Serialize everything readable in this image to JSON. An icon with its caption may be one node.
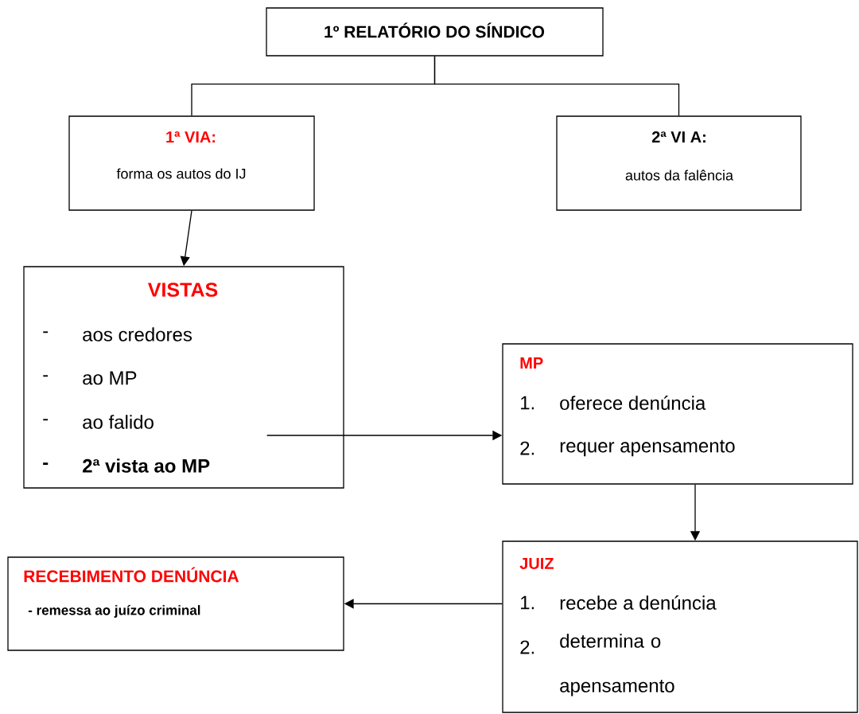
{
  "diagram": {
    "nodes": [
      {
        "text": [
          "1º RELATÓRIO DO SÍNDICO"
        ]
      },
      {
        "text": [
          "1ª VIA:",
          "forma os autos do IJ"
        ]
      },
      {
        "text": [
          "2ª VI A:",
          "autos da falência"
        ]
      },
      {
        "text": [
          "VISTAS",
          "-",
          "aos credores",
          "-",
          "ao MP",
          "-",
          "ao falido",
          "-",
          "2ª vista ao MP"
        ]
      },
      {
        "text": [
          "MP",
          "1.",
          "oferece denúncia",
          "2.",
          "requer apensamento"
        ]
      },
      {
        "text": [
          "JUIZ",
          "1.",
          "recebe a denúncia",
          "2.",
          "determina o apensamento"
        ]
      },
      {
        "text": [
          "RECEBIMENTO DENÚNCIA",
          "- remessa ao juízo criminal"
        ]
      }
    ],
    "edges": [
      {
        "from": 0,
        "to": 1,
        "arrow": "none"
      },
      {
        "from": 0,
        "to": 2,
        "arrow": "none"
      },
      {
        "from": 1,
        "to": 3,
        "arrow": "to"
      },
      {
        "from": 3,
        "to": 4,
        "arrow": "to"
      },
      {
        "from": 4,
        "to": 5,
        "arrow": "to"
      },
      {
        "from": 5,
        "to": 6,
        "arrow": "to"
      }
    ]
  }
}
